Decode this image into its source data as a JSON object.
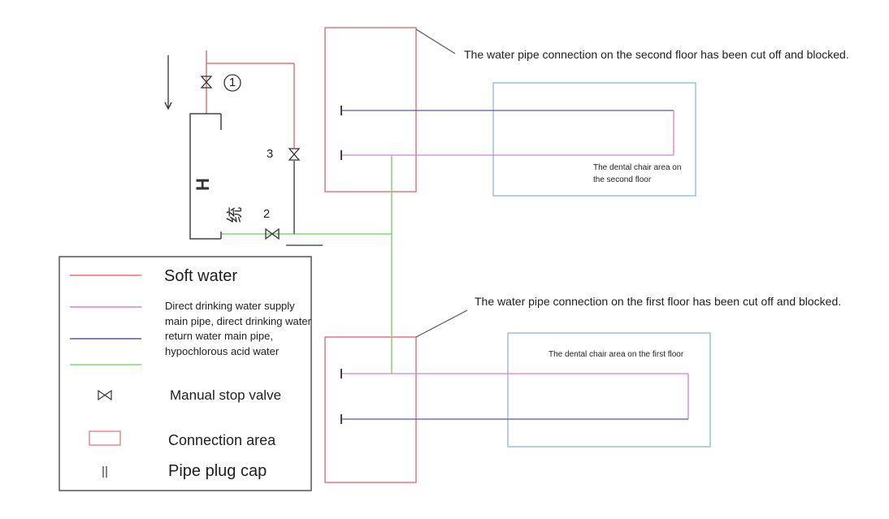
{
  "callouts": {
    "second_floor": "The water pipe connection on the second floor has been cut off and blocked.",
    "first_floor": "The water pipe connection on the first floor has been cut off and blocked."
  },
  "areas": {
    "second_floor": "The dental chair area on the second floor",
    "first_floor": "The dental chair area on the first floor"
  },
  "valve_numbers": {
    "v1": "1",
    "v2": "2",
    "v3": "3"
  },
  "equipment": {
    "label_h": "H",
    "label_cjk": "统"
  },
  "legend": {
    "soft_water": "Soft water",
    "pipes": "Direct drinking water supply main pipe, direct drinking water return water main pipe, hypochlorous acid water",
    "valve": "Manual stop valve",
    "connection_area": "Connection area",
    "plug_cap": "Pipe plug cap"
  },
  "colors": {
    "soft_water": "#e8736e",
    "supply": "#d67ee0",
    "return": "#5a56b8",
    "hypochlorous": "#7ed86f",
    "area_border": "#8fb8cc",
    "connection_border": "#e07a76"
  }
}
